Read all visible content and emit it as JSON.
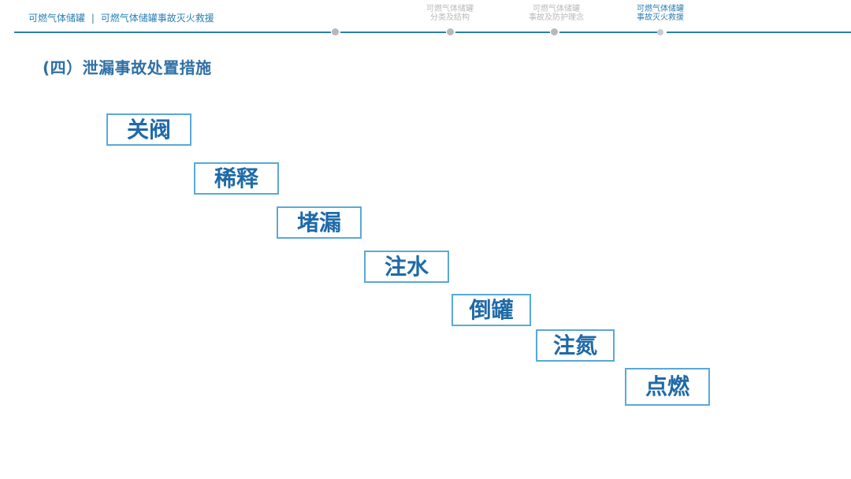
{
  "breadcrumb": {
    "root": "可燃气体储罐",
    "separator": "|",
    "current": "可燃气体储罐事故灭火救援"
  },
  "nav": {
    "steps": [
      {
        "label_line1": "可燃气体储罐",
        "label_line2": "分类及结构"
      },
      {
        "label_line1": "可燃气体储罐",
        "label_line2": "事故及防护理念"
      },
      {
        "label_line1": "可燃气体储罐",
        "label_line2": "事故灭火救援"
      }
    ]
  },
  "section": {
    "title": "(四）泄漏事故处置措施"
  },
  "measures": [
    "关阀",
    "稀释",
    "堵漏",
    "注水",
    "倒罐",
    "注氮",
    "点燃"
  ],
  "colors": {
    "accent": "#2a7fb4",
    "box_border": "#5aa8d8",
    "box_text": "#1f6aa8",
    "muted": "#b9b9b9"
  }
}
